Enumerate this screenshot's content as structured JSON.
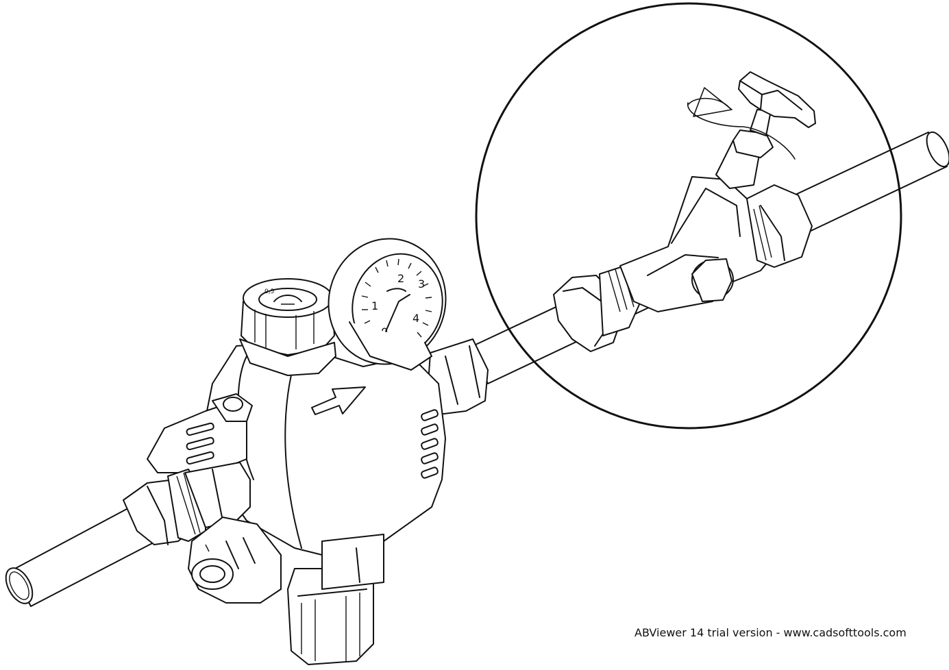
{
  "drawing": {
    "gauge_scale": [
      "0",
      "1",
      "2",
      "3",
      "4"
    ],
    "knob_marking": "0,5"
  },
  "watermark": {
    "text": "ABViewer 14 trial version - www.cadsofttools.com"
  },
  "colors": {
    "stroke": "#111111",
    "background": "#ffffff"
  }
}
